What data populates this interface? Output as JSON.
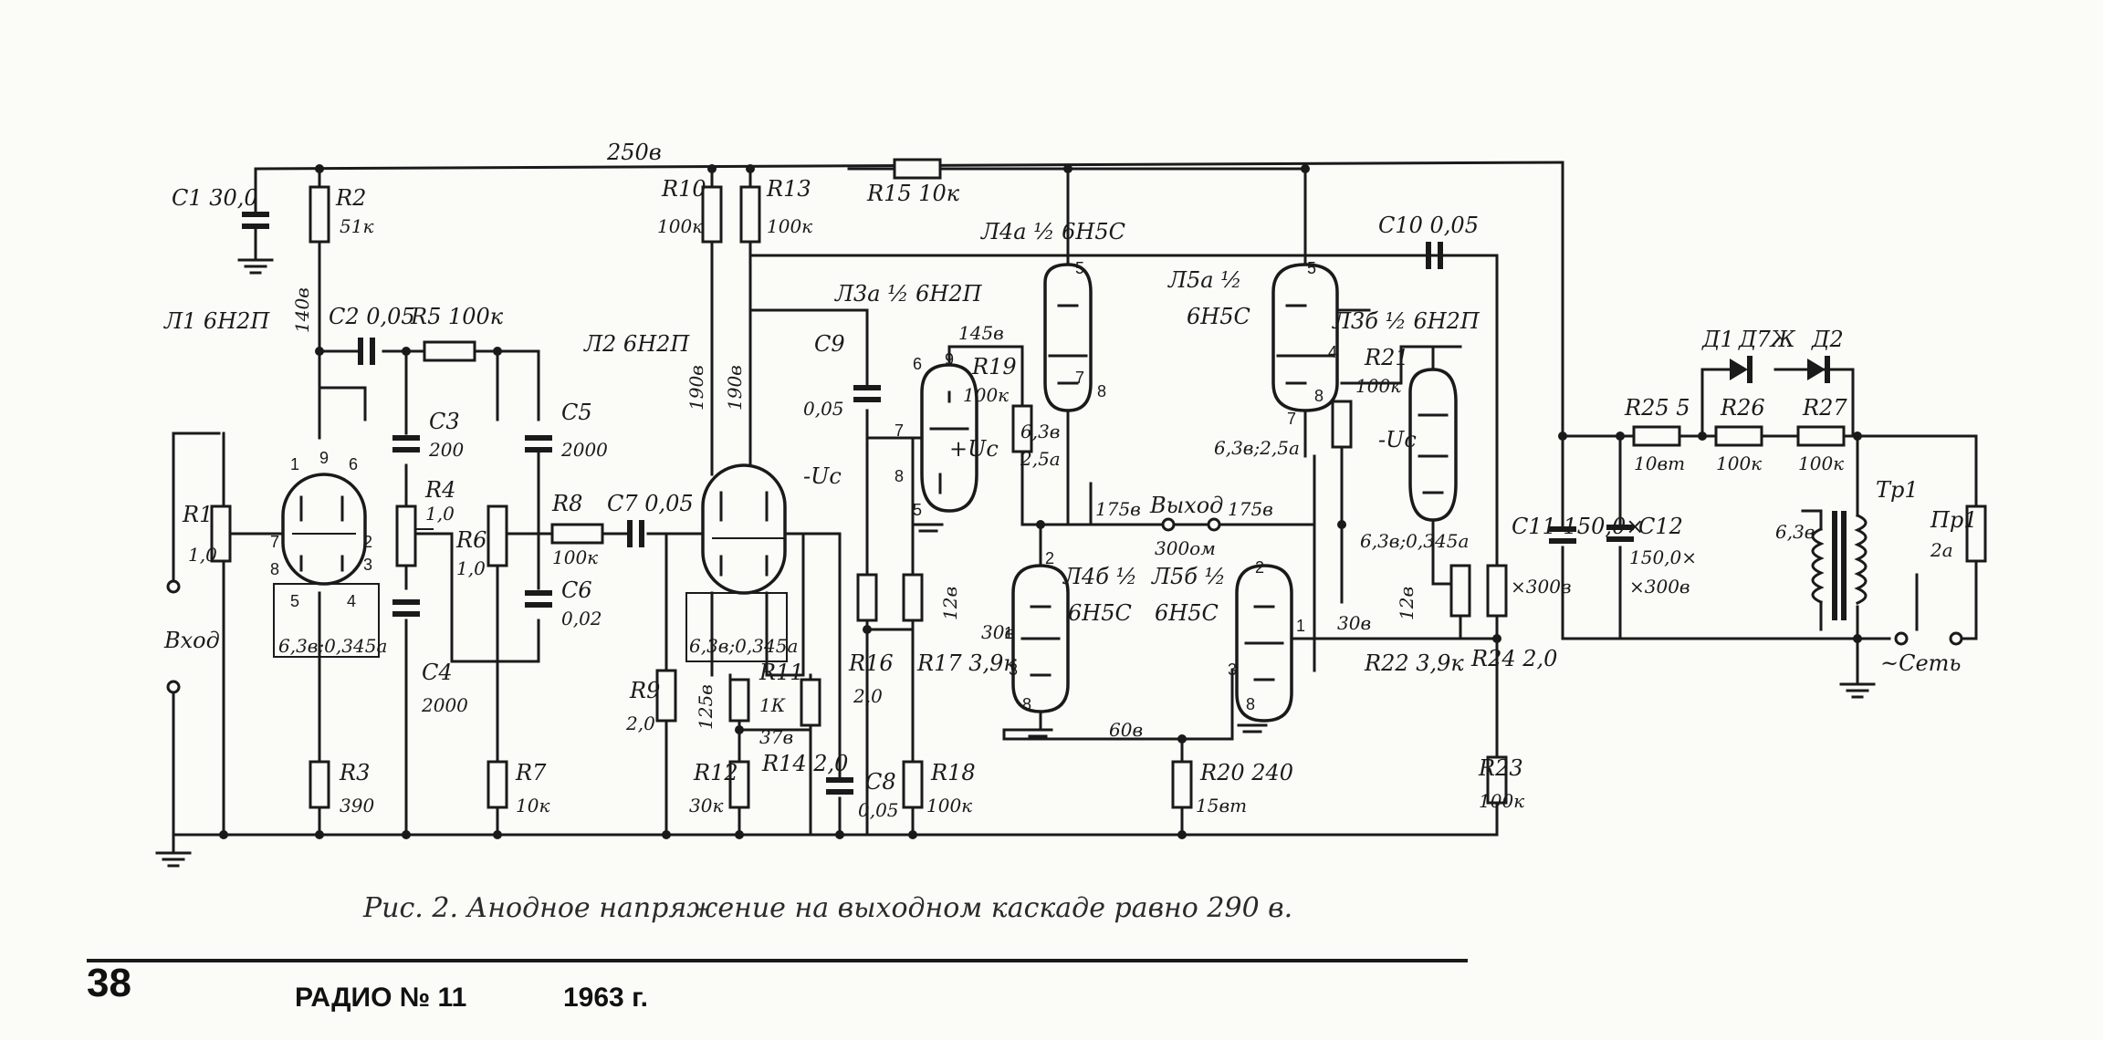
{
  "caption": "Рис. 2. Анодное напряжение на выходном каскаде равно 290 в.",
  "footer": {
    "page_number": "38",
    "magazine": "РАДИО № 11",
    "year": "1963 г."
  },
  "rail_voltage": "250в",
  "tubes": {
    "L1": "Л1 6Н2П",
    "L2": "Л2 6Н2П",
    "L3a": "Л3а ½ 6Н2П",
    "L4a": "Л4а ½ 6Н5С",
    "L4b": "Л4б ½",
    "L4b_type": "6Н5С",
    "L5a": "Л5а ½",
    "L5a_type": "6Н5С",
    "L5b": "Л5б ½",
    "L5b_type": "6Н5С",
    "L3b": "Л3б ½ 6Н2П"
  },
  "components": {
    "C1": "С1 30,0",
    "R1": "R1",
    "R1v": "1,0",
    "R2": "R2",
    "R2v": "51к",
    "R3": "R3",
    "R3v": "390",
    "C2": "С2 0,05",
    "R5": "R5 100к",
    "C3": "С3",
    "C3v": "200",
    "R4": "R4",
    "R4v": "1,0",
    "C4": "С4",
    "C4v": "2000",
    "C5": "С5",
    "C5v": "2000",
    "R6": "R6",
    "R6v": "1,0",
    "C6": "С6",
    "C6v": "0,02",
    "R7": "R7",
    "R7v": "10к",
    "R8": "R8",
    "R8v": "100к",
    "C7": "С7 0,05",
    "R9": "R9",
    "R9v": "2,0",
    "R10": "R10",
    "R10v": "100к",
    "R11": "R11",
    "R11v": "1К",
    "R12": "R12",
    "R12v": "30к",
    "R13": "R13",
    "R13v": "100к",
    "R14": "R14 2,0",
    "C8": "С8",
    "C8v": "0,05",
    "R15": "R15 10к",
    "C9": "С9",
    "C9v": "0,05",
    "R16": "R16",
    "R16v": "2,0",
    "R17": "R17 3,9к",
    "R18": "R18",
    "R18v": "100к",
    "R19": "R19",
    "R19v": "100к",
    "R20": "R20 240",
    "R20v": "15вт",
    "C10": "С10 0,05",
    "R21": "R21",
    "R21v": "100к",
    "R22": "R22 3,9к",
    "R23": "R23",
    "R23v": "100к",
    "R24": "R24 2,0",
    "C11": "С11 150,0×",
    "C11v": "×300в",
    "C12": "С12",
    "C12v": "150,0×",
    "C12w": "×300в",
    "R25": "R25 5",
    "R25v": "10вт",
    "R26": "R26",
    "R26v": "100к",
    "R27": "R27",
    "R27v": "100к",
    "D1": "Д1",
    "D_type": "Д7Ж",
    "D2": "Д2",
    "Tr1": "Тр1",
    "Pr1": "Пр1",
    "Pr1v": "2а"
  },
  "voltages": {
    "v140": "140в",
    "v190a": "190в",
    "v190b": "190в",
    "v145": "145в",
    "v175a": "175в",
    "v175b": "175в",
    "v30a": "30в",
    "v30b": "30в",
    "v12a": "12в",
    "v12b": "12в",
    "v125": "125в",
    "v37": "37в",
    "v60": "60в",
    "heater1": "6,3в;0,345а",
    "heater2": "6,3в;0,345а",
    "heater3": "6,3в",
    "heater3b": "2,5а",
    "heater4": "6,3в;2,5а",
    "heater5": "6,3в;0,345а",
    "heater6": "6,3в"
  },
  "labels": {
    "input": "Вход",
    "output": "Выход",
    "output_imp": "300ом",
    "mains": "~Сеть",
    "uc1": "+Uс",
    "uc2": "-Uс",
    "uc3": "-Uс"
  },
  "pins": {
    "l1_1": "1",
    "l1_9": "9",
    "l1_6": "6",
    "l1_7": "7",
    "l1_2": "2",
    "l1_8": "8",
    "l1_3": "3",
    "l1_5": "5",
    "l1_4": "4",
    "l3a_6": "6",
    "l3a_9": "9",
    "l3a_7": "7",
    "l3a_8": "8",
    "l3a_5": "5",
    "l4a_5": "5",
    "l4a_7": "7",
    "l4a_8": "8",
    "l4b_2": "2",
    "l4b_1": "1",
    "l4b_3": "3",
    "l4b_8": "8",
    "l5a_5": "5",
    "l5a_7": "7",
    "l5a_8": "8",
    "l5a_4": "4",
    "l5b_2": "2",
    "l5b_1": "1",
    "l5b_3": "3",
    "l5b_8": "8"
  }
}
